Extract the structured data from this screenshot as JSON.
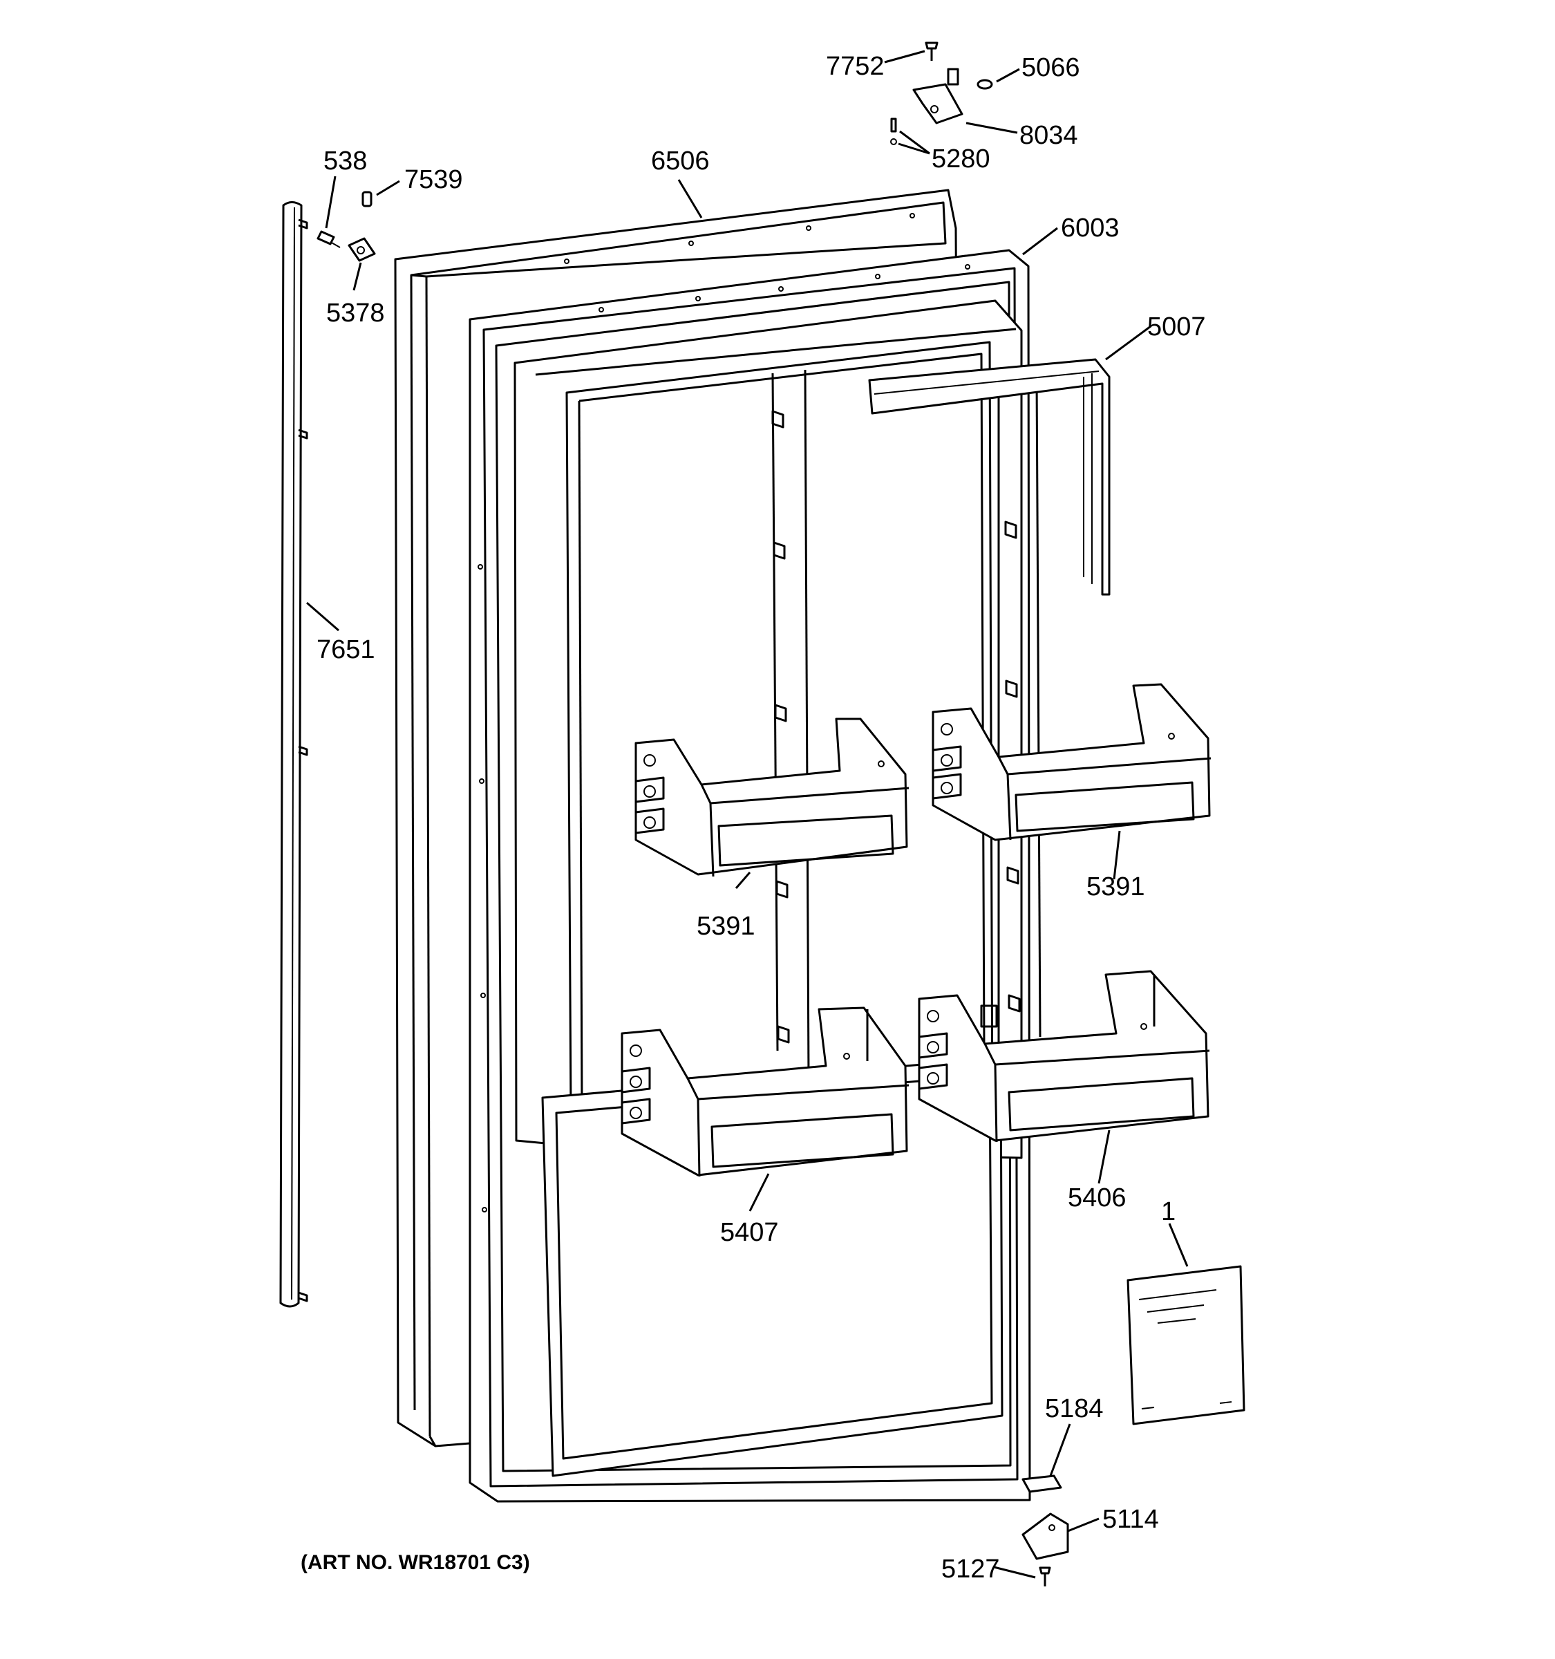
{
  "diagram": {
    "callouts": {
      "c7752": "7752",
      "c5066": "5066",
      "c8034": "8034",
      "c5280": "5280",
      "c538": "538",
      "c7539": "7539",
      "c5378": "5378",
      "c6506": "6506",
      "c6003": "6003",
      "c5007": "5007",
      "c7651": "7651",
      "c5391a": "5391",
      "c5391b": "5391",
      "c5407": "5407",
      "c5406": "5406",
      "c1": "1",
      "c5184": "5184",
      "c5114": "5114",
      "c5127": "5127"
    },
    "art_number": "(ART NO. WR18701 C3)"
  }
}
